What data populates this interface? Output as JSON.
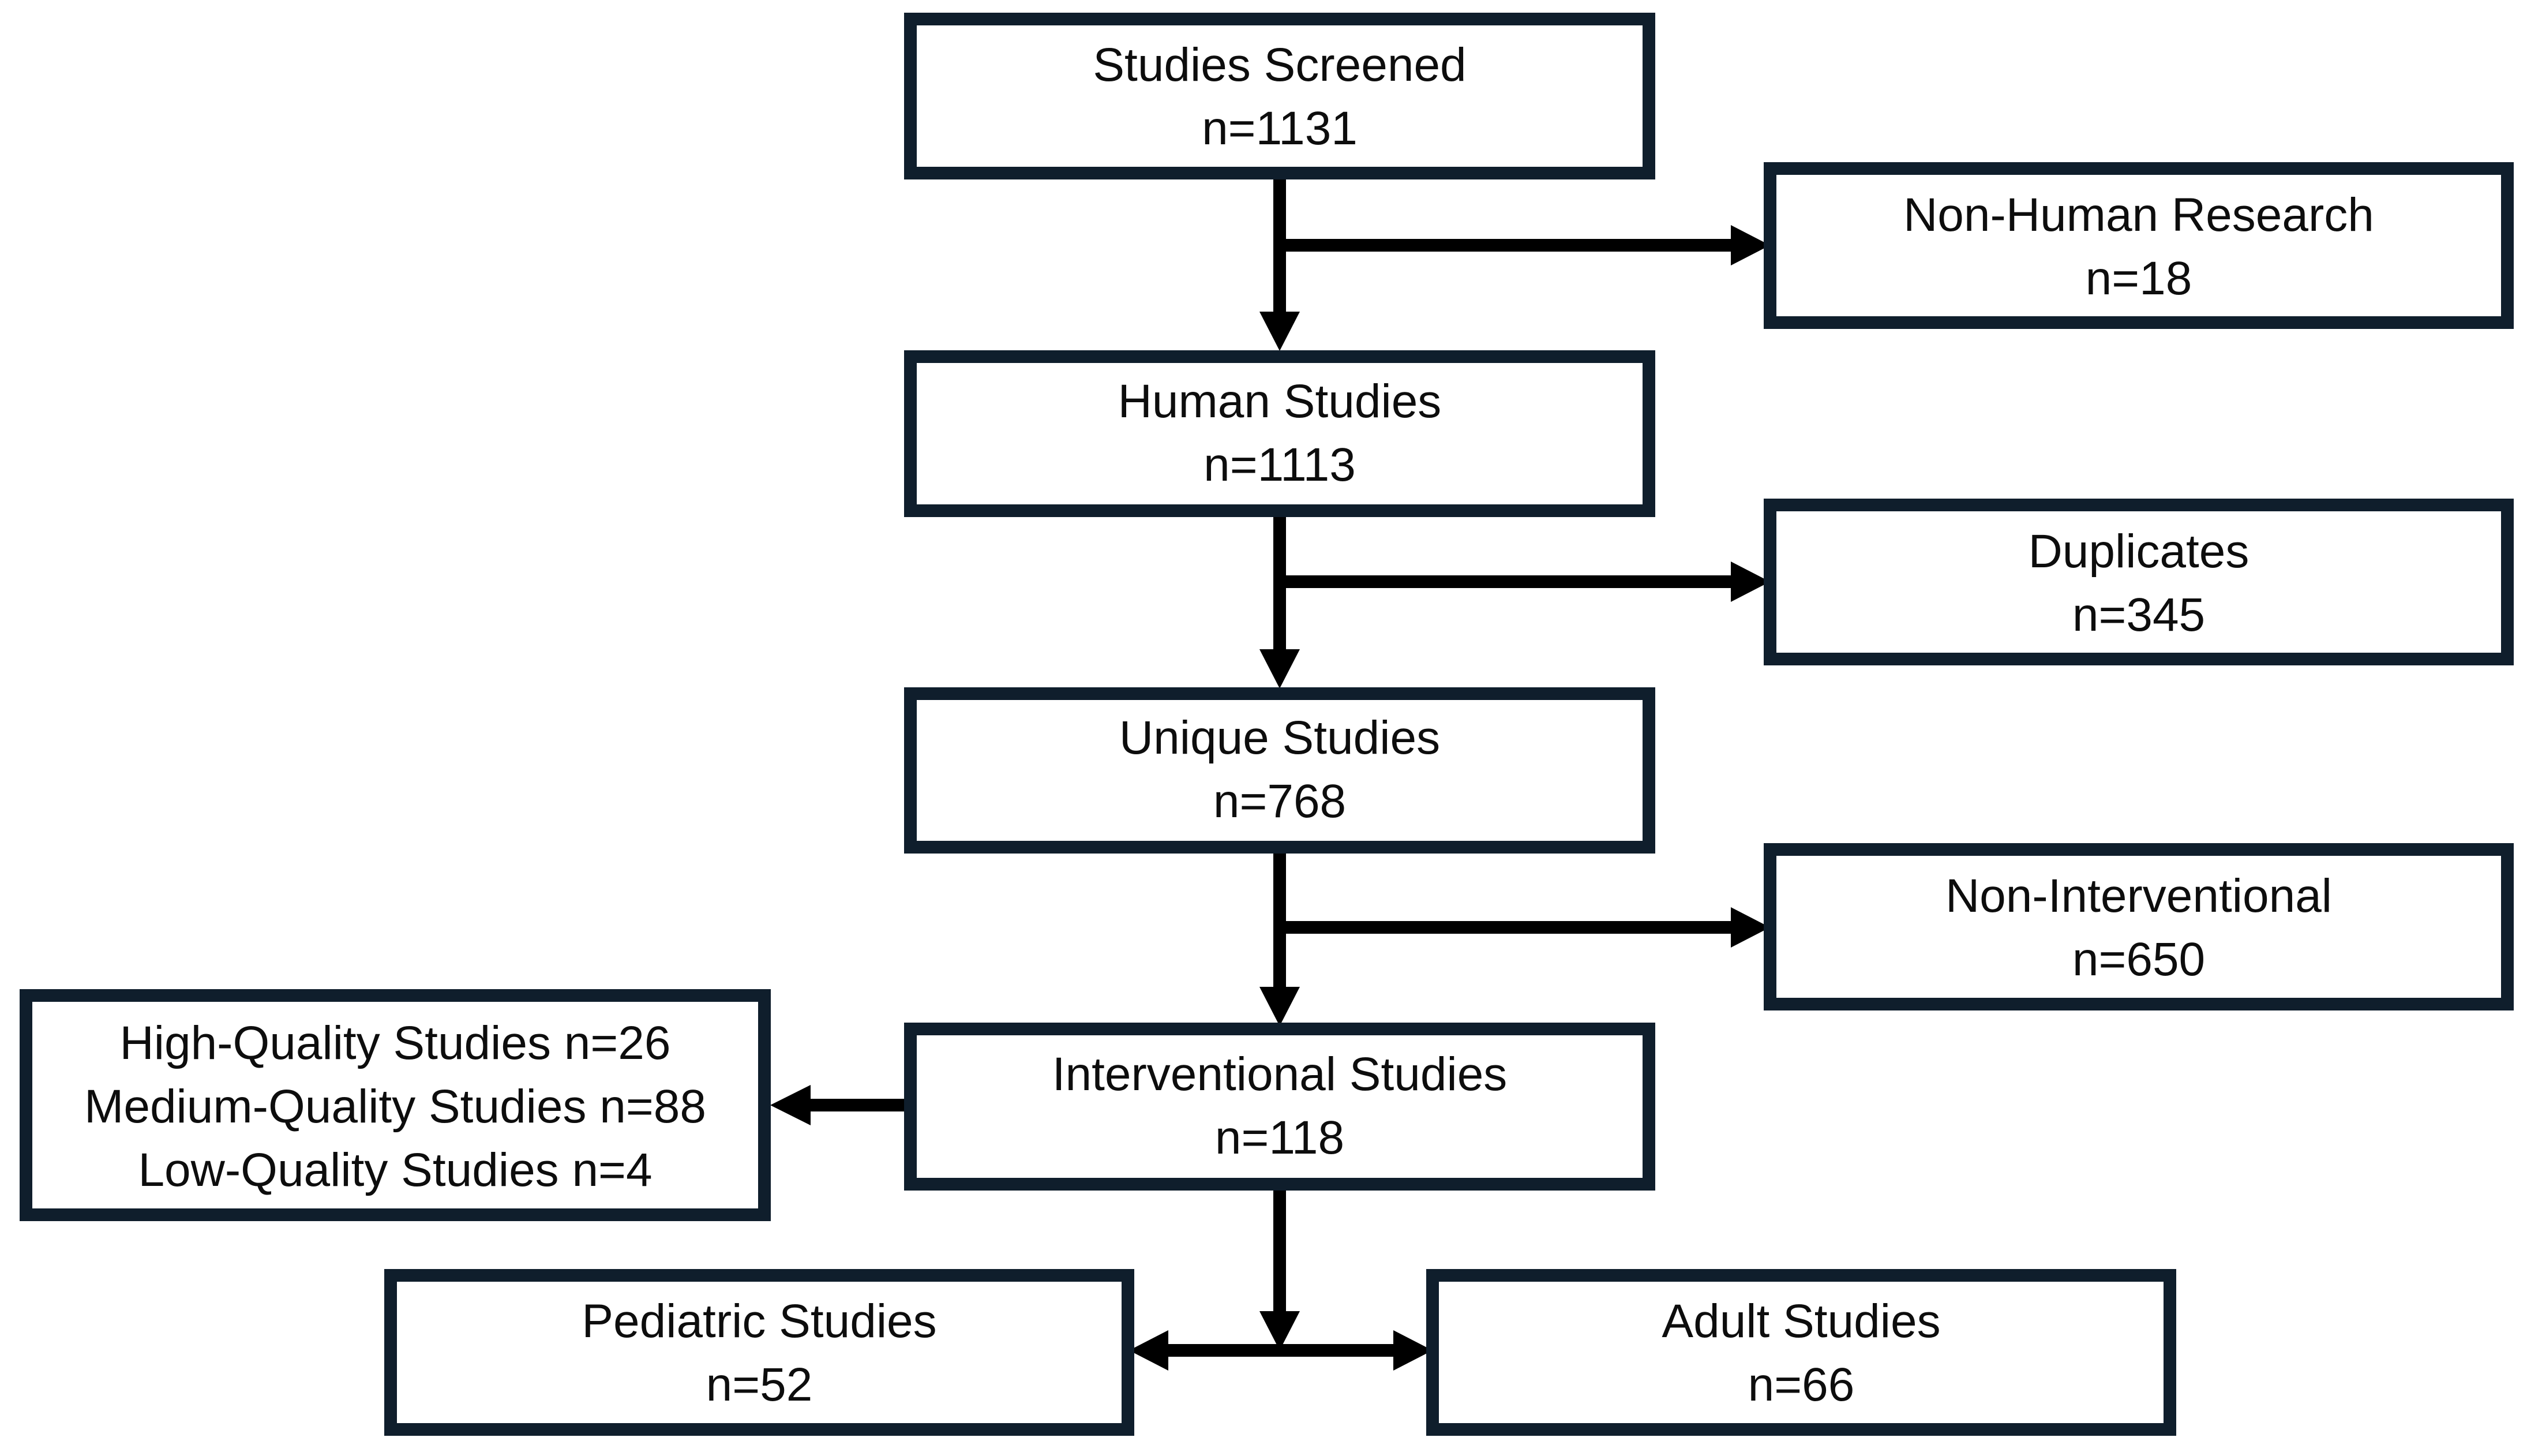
{
  "nodes": {
    "screened": {
      "title": "Studies Screened",
      "count": "n=1131"
    },
    "non_human": {
      "title": "Non-Human Research",
      "count": "n=18"
    },
    "human": {
      "title": "Human Studies",
      "count": "n=1113"
    },
    "duplicates": {
      "title": "Duplicates",
      "count": "n=345"
    },
    "unique": {
      "title": "Unique Studies",
      "count": "n=768"
    },
    "non_interventional": {
      "title": "Non-Interventional",
      "count": "n=650"
    },
    "interventional": {
      "title": "Interventional Studies",
      "count": "n=118"
    },
    "quality": {
      "high": "High-Quality Studies n=26",
      "medium": "Medium-Quality Studies n=88",
      "low": "Low-Quality Studies n=4"
    },
    "pediatric": {
      "title": "Pediatric Studies",
      "count": "n=52"
    },
    "adult": {
      "title": "Adult Studies",
      "count": "n=66"
    }
  },
  "colors": {
    "box_border": "#0f1e2c",
    "arrow": "#000000",
    "text": "#0d0d0d"
  }
}
